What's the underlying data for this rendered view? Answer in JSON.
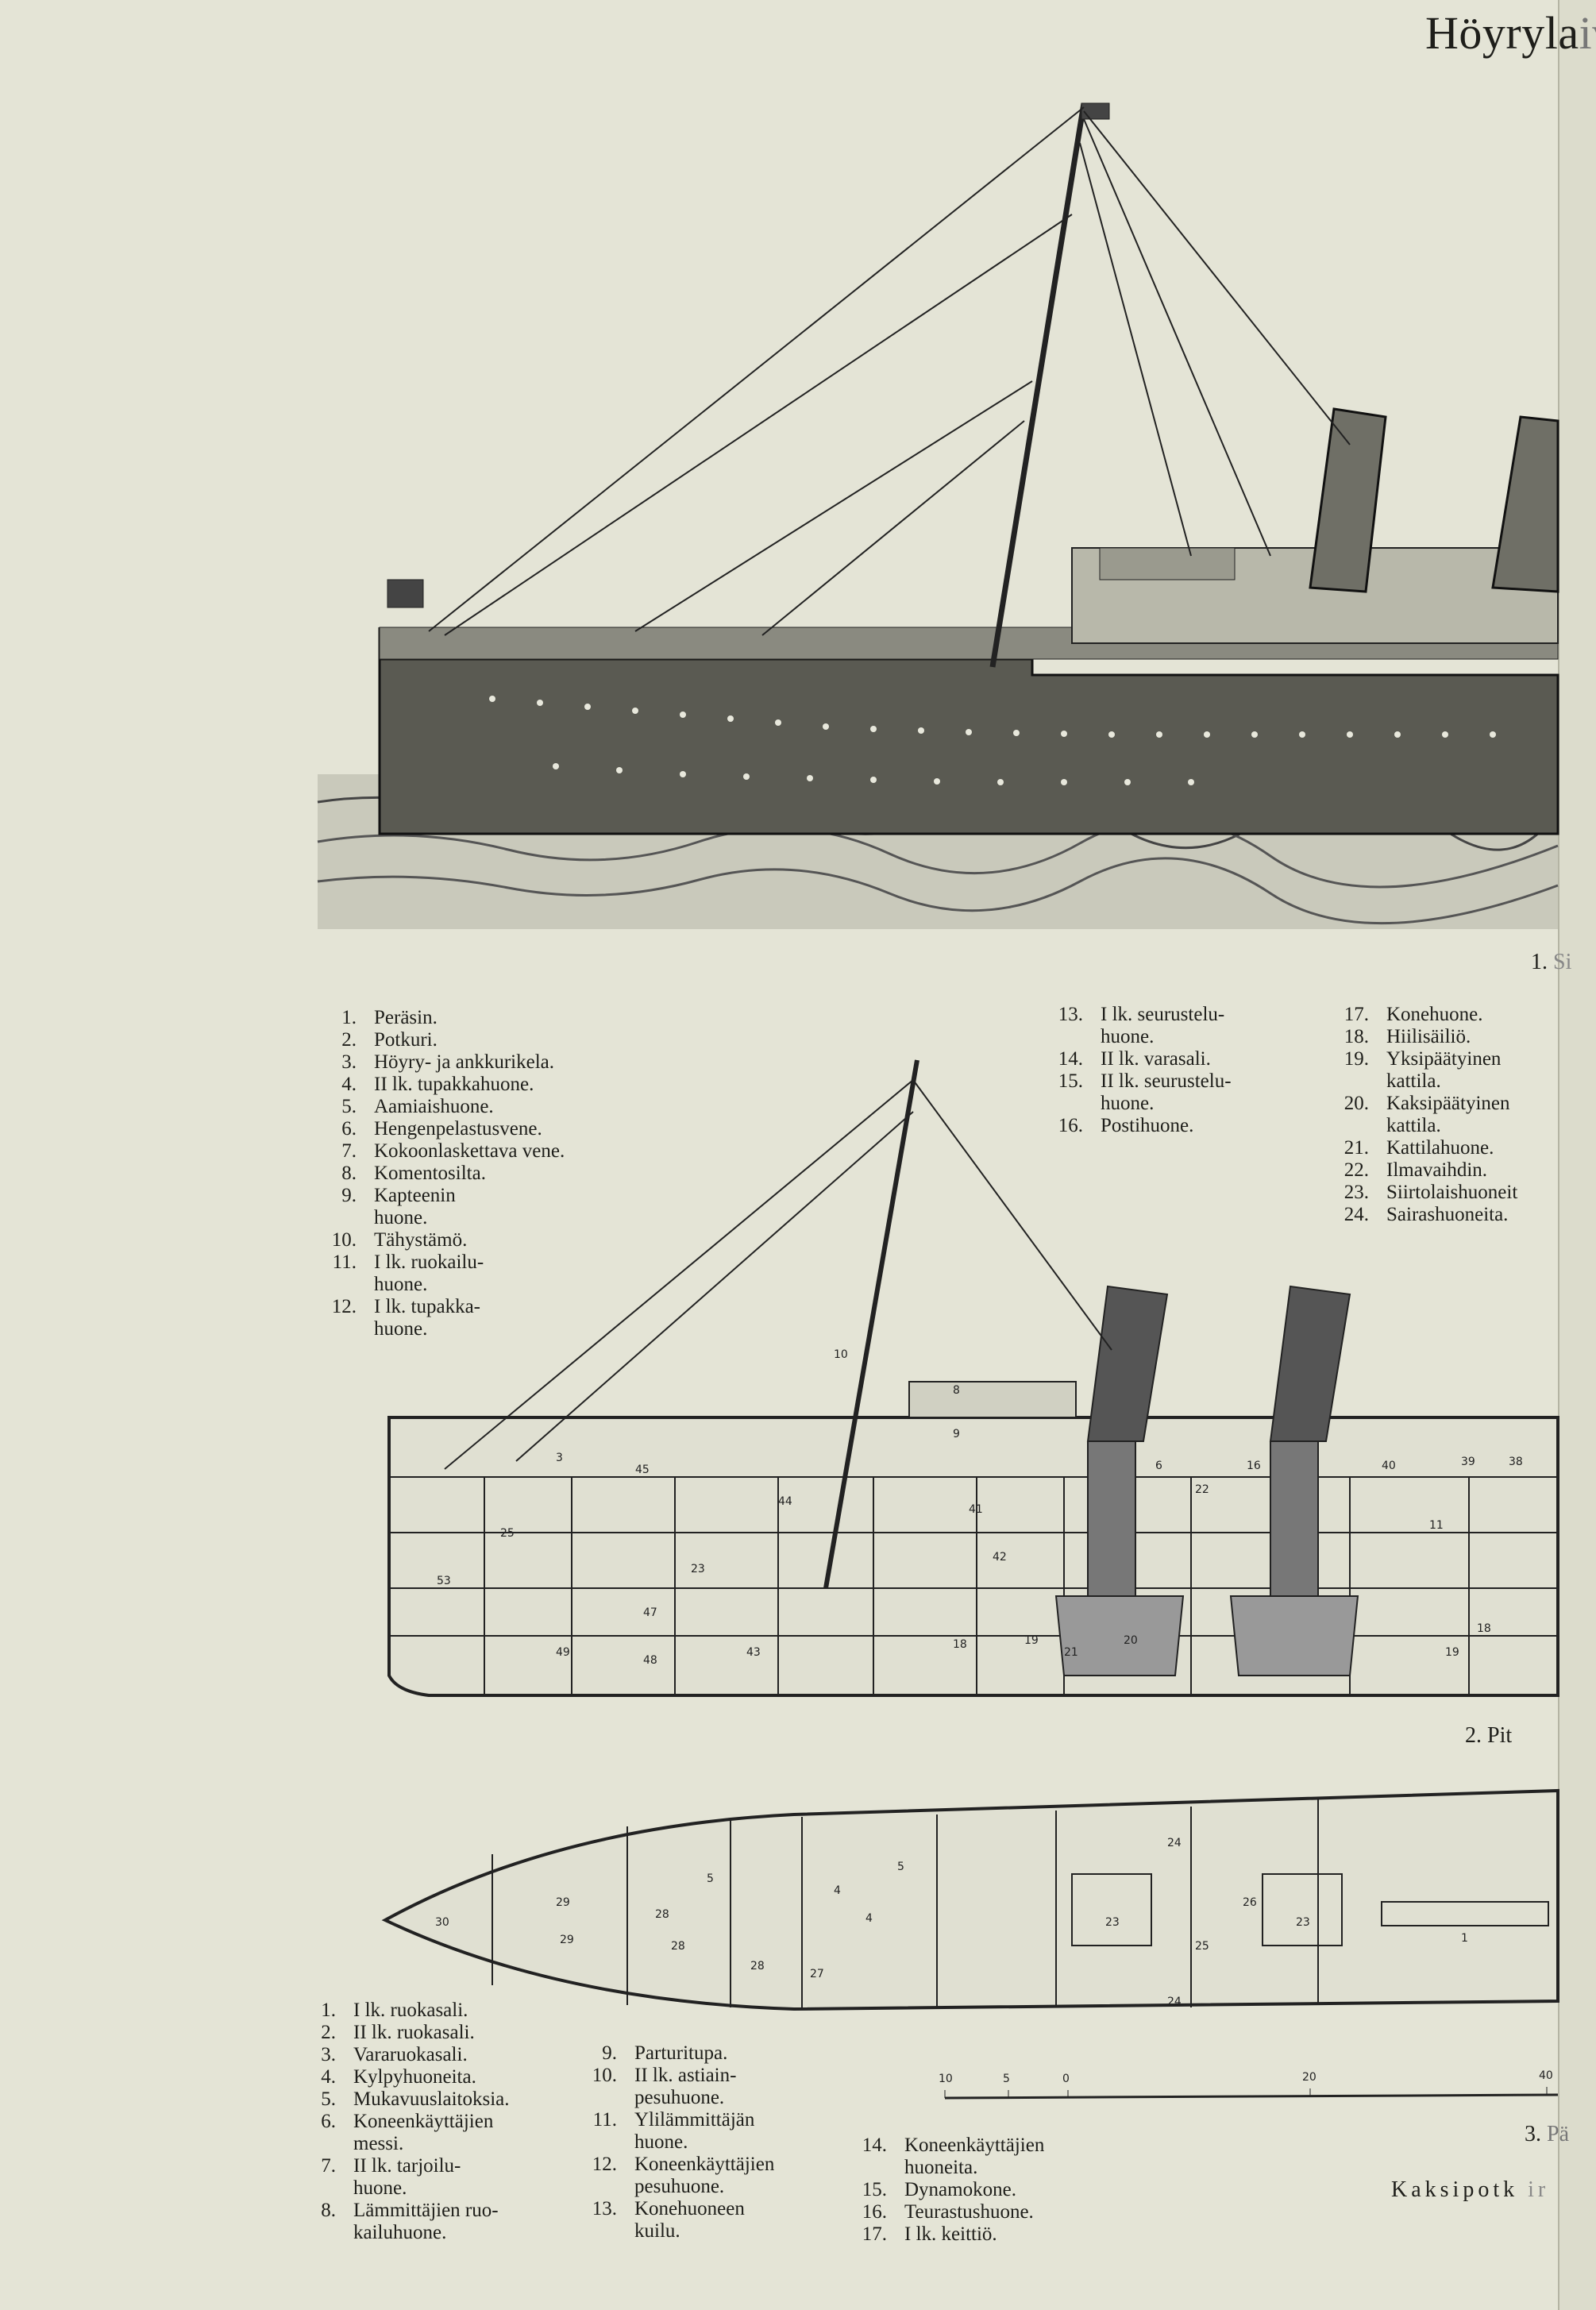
{
  "page": {
    "title": "Höyryla",
    "title_cut": "ivo"
  },
  "figure1": {
    "caption_num": "1.",
    "caption_text": "Si"
  },
  "legend_top_left": [
    {
      "n": "1.",
      "t": "Peräsin."
    },
    {
      "n": "2.",
      "t": "Potkuri."
    },
    {
      "n": "3.",
      "t": "Höyry- ja ankkurikela."
    },
    {
      "n": "4.",
      "t": "II lk. tupakkahuone."
    },
    {
      "n": "5.",
      "t": "Aamiaishuone."
    },
    {
      "n": "6.",
      "t": "Hengenpelastusvene."
    },
    {
      "n": "7.",
      "t": "Kokoonlaskettava vene."
    },
    {
      "n": "8.",
      "t": "Komentosilta."
    },
    {
      "n": "9.",
      "t": "Kapteenin\n  huone."
    },
    {
      "n": "10.",
      "t": "Tähystämö."
    },
    {
      "n": "11.",
      "t": "I lk. ruokailu-\n  huone."
    },
    {
      "n": "12.",
      "t": "I lk. tupakka-\n  huone."
    }
  ],
  "legend_top_mid": [
    {
      "n": "13.",
      "t": "I lk. seurustelu-\n  huone."
    },
    {
      "n": "14.",
      "t": "II lk. varasali."
    },
    {
      "n": "15.",
      "t": "II lk. seurustelu-\n  huone."
    },
    {
      "n": "16.",
      "t": "Postihuone."
    }
  ],
  "legend_top_right": [
    {
      "n": "17.",
      "t": "Konehuone."
    },
    {
      "n": "18.",
      "t": "Hiilisäiliö."
    },
    {
      "n": "19.",
      "t": "Yksipäätyinen\n  kattila."
    },
    {
      "n": "20.",
      "t": "Kaksipäätyinen\n  kattila."
    },
    {
      "n": "21.",
      "t": "Kattilahuone."
    },
    {
      "n": "22.",
      "t": "Ilmavaihdin."
    },
    {
      "n": "23.",
      "t": "Siirtolaishuoneit"
    },
    {
      "n": "24.",
      "t": "Sairashuoneita."
    }
  ],
  "figure2": {
    "caption_num": "2.",
    "caption_text": "Pit"
  },
  "section_labels": [
    "3",
    "10",
    "8",
    "9",
    "45",
    "44",
    "41",
    "42",
    "53",
    "25",
    "23",
    "47",
    "49",
    "48",
    "43",
    "18",
    "19",
    "21",
    "20",
    "22",
    "16",
    "6",
    "40",
    "39",
    "38",
    "11",
    "18",
    "19"
  ],
  "plan_labels": [
    "30",
    "29",
    "29",
    "28",
    "28",
    "28",
    "5",
    "4",
    "4",
    "5",
    "27",
    "23",
    "26",
    "23",
    "25",
    "1",
    "24",
    "24"
  ],
  "legend_bottom_1": [
    {
      "n": "1.",
      "t": "I lk. ruokasali."
    },
    {
      "n": "2.",
      "t": "II lk. ruokasali."
    },
    {
      "n": "3.",
      "t": "Vararuokasali."
    },
    {
      "n": "4.",
      "t": "Kylpyhuoneita."
    },
    {
      "n": "5.",
      "t": "Mukavuuslaitoksia."
    },
    {
      "n": "6.",
      "t": "Koneenkäyttäjien\n  messi."
    },
    {
      "n": "7.",
      "t": "II lk. tarjoilu-\n  huone."
    },
    {
      "n": "8.",
      "t": "Lämmittäjien ruo-\n  kailuhuone."
    }
  ],
  "legend_bottom_2": [
    {
      "n": "9.",
      "t": "Parturitupa."
    },
    {
      "n": "10.",
      "t": "II lk. astiain-\n  pesuhuone."
    },
    {
      "n": "11.",
      "t": "Ylilämmittäjän\n  huone."
    },
    {
      "n": "12.",
      "t": "Koneenkäyttäjien\n  pesuhuone."
    },
    {
      "n": "13.",
      "t": "Konehuoneen\n  kuilu."
    }
  ],
  "legend_bottom_3": [
    {
      "n": "14.",
      "t": "Koneenkäyttäjien\n  huoneita."
    },
    {
      "n": "15.",
      "t": "Dynamokone."
    },
    {
      "n": "16.",
      "t": "Teurastushuone."
    },
    {
      "n": "17.",
      "t": "I lk. keittiö."
    }
  ],
  "scale_bar": {
    "ticks": [
      "10",
      "5",
      "0",
      "20",
      "40"
    ]
  },
  "figure3": {
    "caption_num": "3.",
    "caption_text": "Pä",
    "subtitle": "Kaksipotk",
    "subtitle_cut": "ir"
  }
}
